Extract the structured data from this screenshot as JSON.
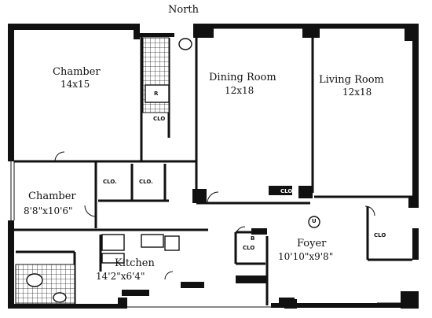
{
  "compass": "North",
  "rooms": {
    "chamber1": {
      "name": "Chamber",
      "dims": "14x15"
    },
    "dining": {
      "name": "Dining Room",
      "dims": "12x18"
    },
    "living": {
      "name": "Living Room",
      "dims": "12x18"
    },
    "chamber2": {
      "name": "Chamber",
      "dims": "8'8\"x10'6\""
    },
    "kitchen": {
      "name": "Kitchen",
      "dims": "14'2\"x6'4\""
    },
    "foyer": {
      "name": "Foyer",
      "dims": "10'10\"x9'8\""
    }
  },
  "closets": {
    "bath_clo": "CLO",
    "c1": "CLO.",
    "c2": "CLO.",
    "dining_clo": "CLO",
    "foyer_clo": "CLO",
    "foyer_b": "B",
    "right_clo": "CLO"
  },
  "symbols": {
    "fixture_1": "R",
    "fixture_2": "U"
  }
}
